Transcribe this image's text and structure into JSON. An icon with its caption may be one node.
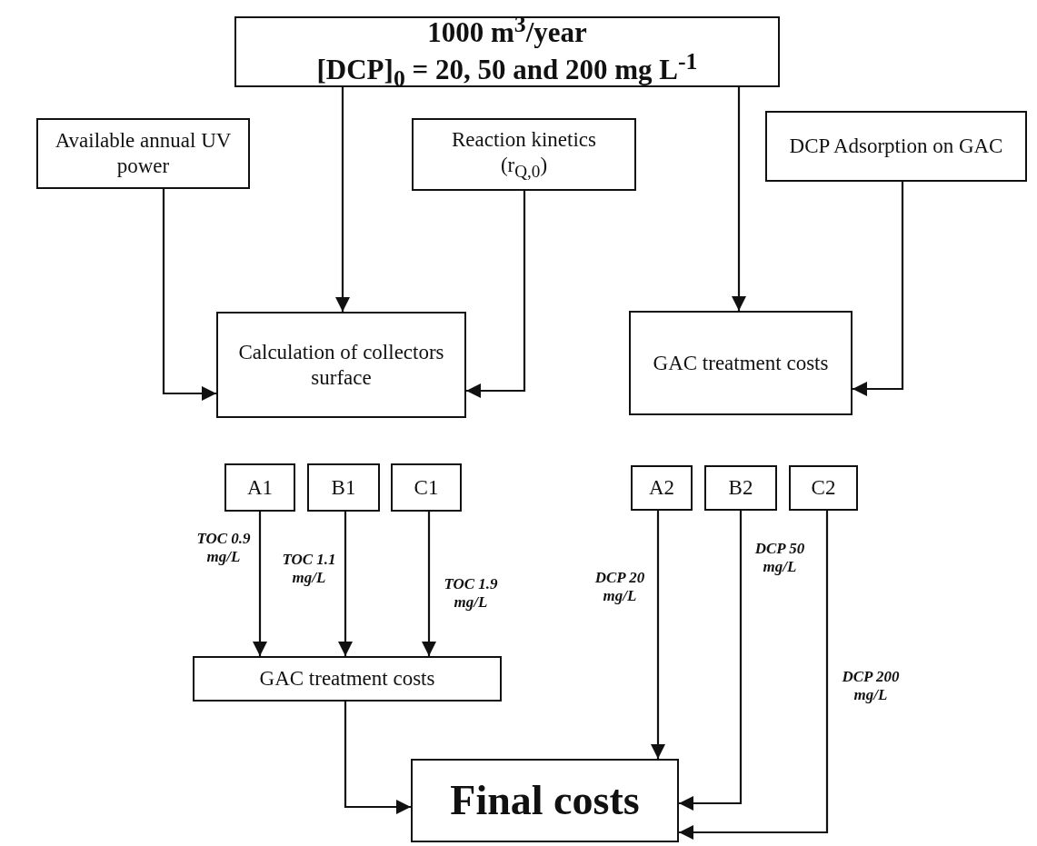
{
  "diagram": {
    "nodes": [
      {
        "text": [
          "1000 m$^{3}$/year",
          "[DCP]$_{0}$ = 20, 50 and 200 mg L$^{-1}$"
        ]
      },
      {
        "text": [
          "Available annual UV power"
        ]
      },
      {
        "text": [
          "Reaction kinetics",
          "(r$_{Q,0}$)"
        ]
      },
      {
        "text": [
          "DCP Adsorption on GAC"
        ]
      },
      {
        "text": [
          "Calculation of collectors surface"
        ]
      },
      {
        "text": [
          "GAC treatment costs"
        ]
      },
      {
        "text": [
          "A1"
        ]
      },
      {
        "text": [
          "B1"
        ]
      },
      {
        "text": [
          "C1"
        ]
      },
      {
        "text": [
          "A2"
        ]
      },
      {
        "text": [
          "B2"
        ]
      },
      {
        "text": [
          "C2"
        ]
      },
      {
        "text": [
          "GAC treatment costs"
        ]
      },
      {
        "text": [
          "Final costs"
        ]
      }
    ],
    "edges": [
      {
        "from": 0,
        "to": 4,
        "arrow": "to"
      },
      {
        "from": 0,
        "to": 5,
        "arrow": "to"
      },
      {
        "from": 1,
        "to": 4,
        "arrow": "to"
      },
      {
        "from": 2,
        "to": 4,
        "arrow": "to"
      },
      {
        "from": 3,
        "to": 5,
        "arrow": "to"
      },
      {
        "from": 6,
        "to": 12,
        "arrow": "to",
        "label": "TOC 0.9 mg/L"
      },
      {
        "from": 7,
        "to": 12,
        "arrow": "to",
        "label": "TOC 1.1 mg/L"
      },
      {
        "from": 8,
        "to": 12,
        "arrow": "to",
        "label": "TOC 1.9 mg/L"
      },
      {
        "from": 12,
        "to": 13,
        "arrow": "to"
      },
      {
        "from": 9,
        "to": 13,
        "arrow": "to",
        "label": "DCP 20 mg/L"
      },
      {
        "from": 10,
        "to": 13,
        "arrow": "to",
        "label": "DCP 50 mg/L"
      },
      {
        "from": 11,
        "to": 13,
        "arrow": "to",
        "label": "DCP 200 mg/L"
      }
    ]
  }
}
